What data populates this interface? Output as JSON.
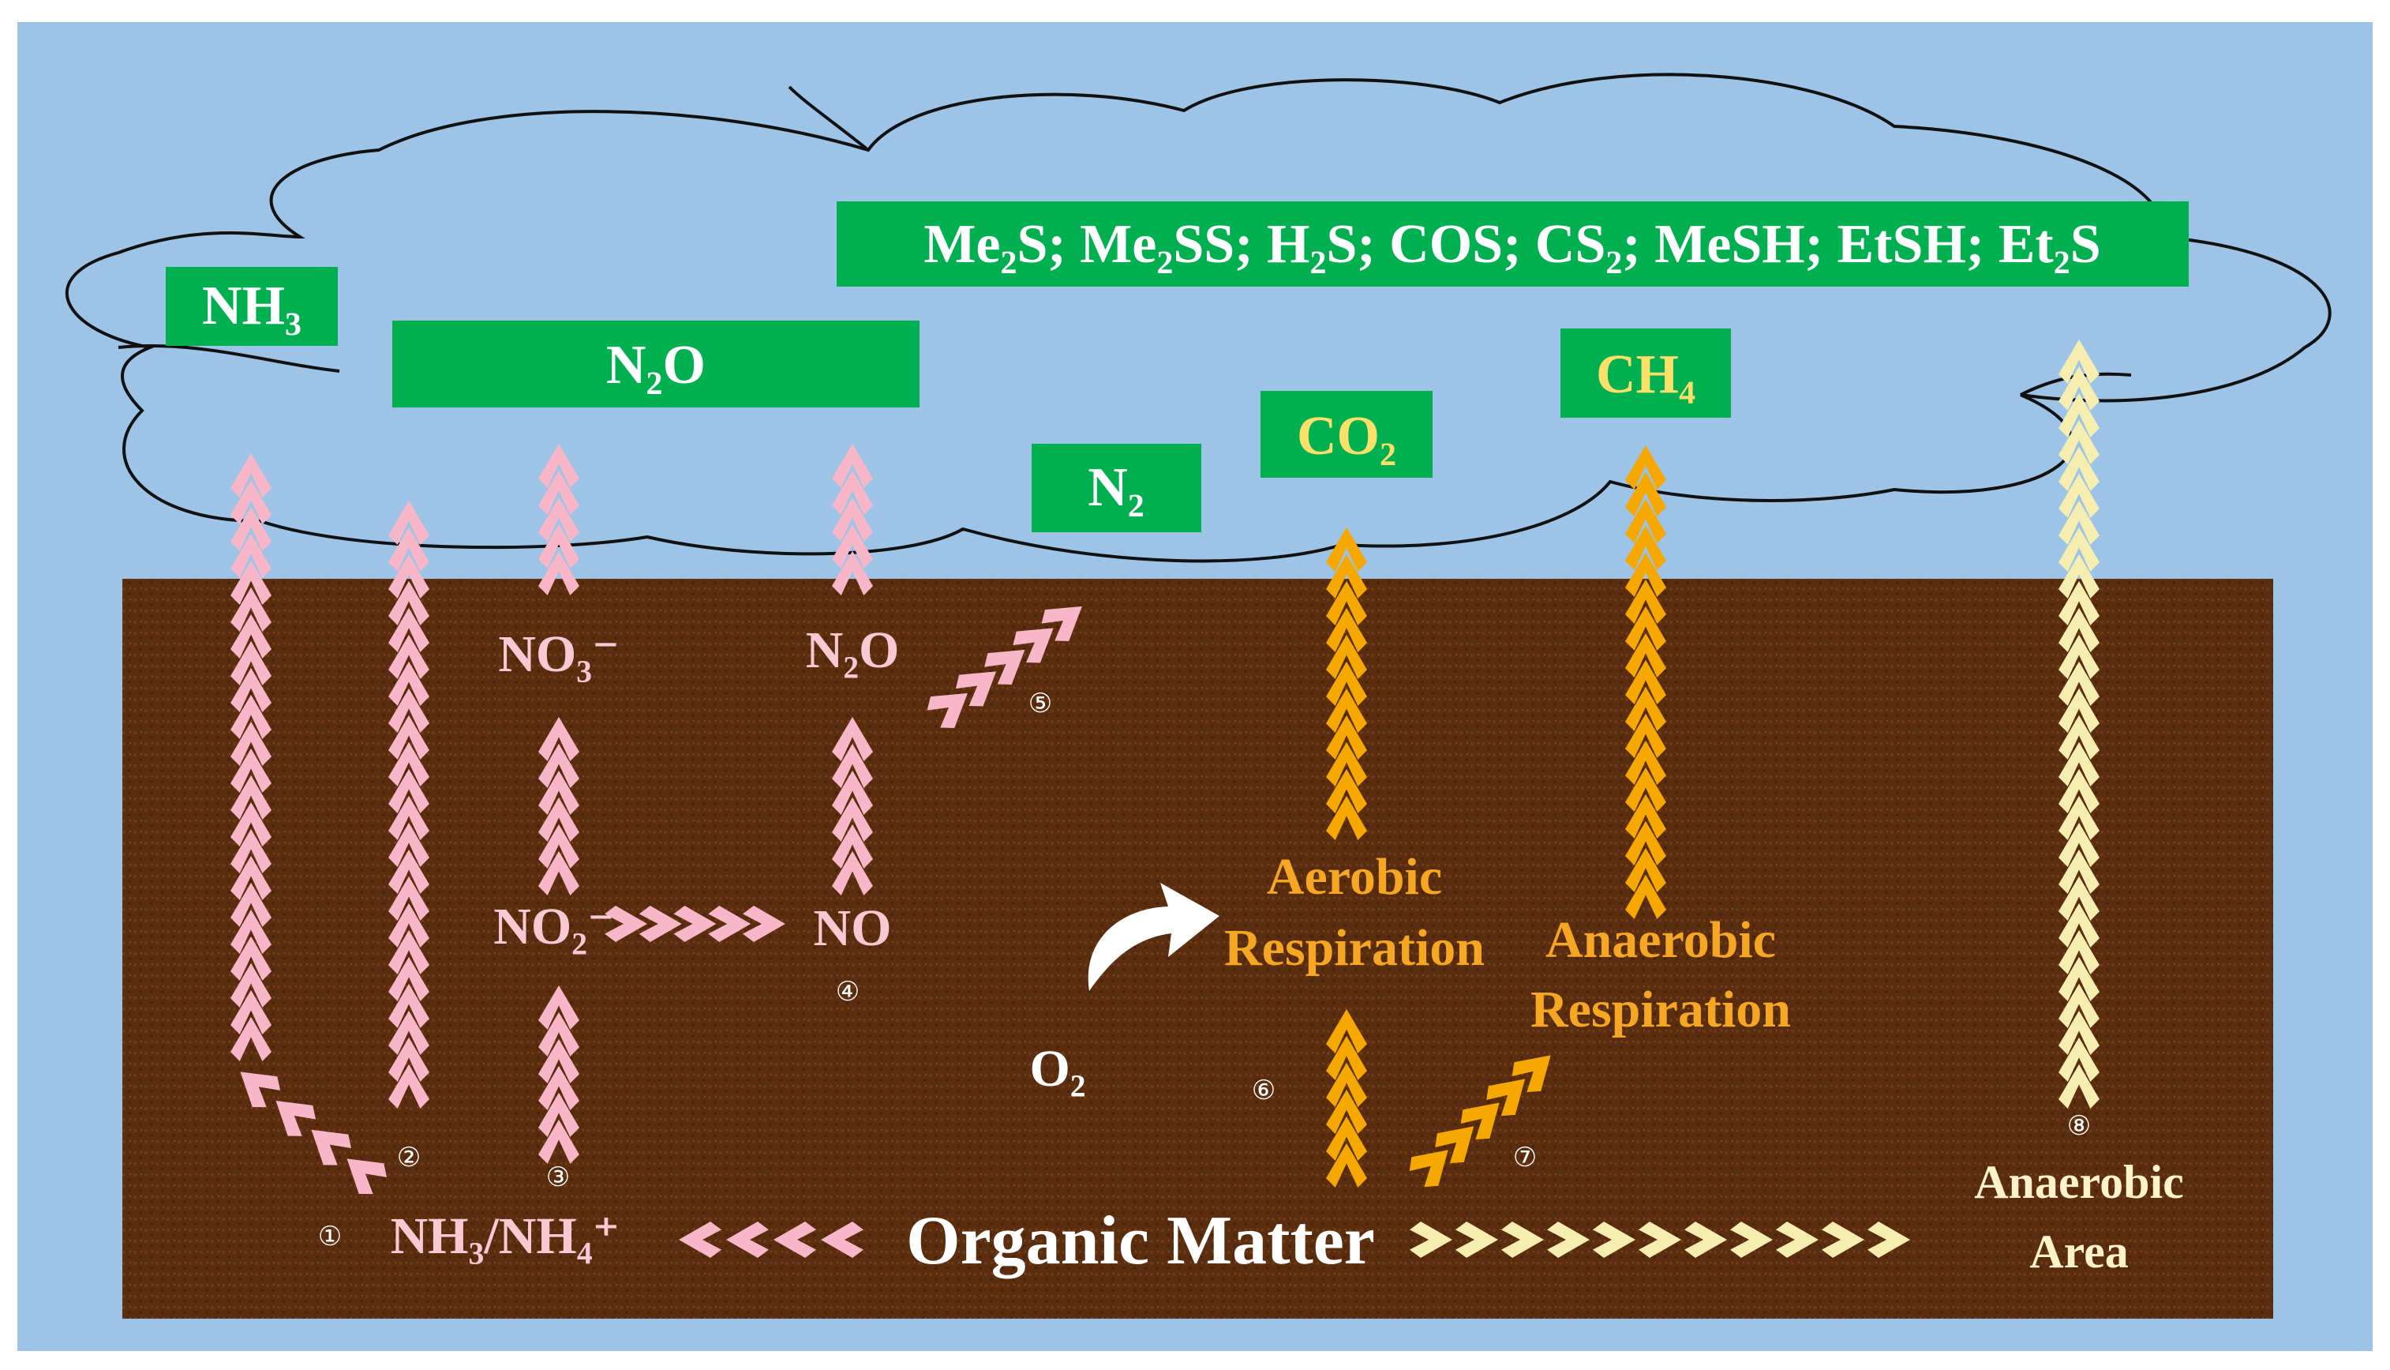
{
  "colors": {
    "sky": "#9dc3e6",
    "soil": "#5c2e10",
    "box_green": "#00b050",
    "pink_arrow": "#f7b7c8",
    "orange_arrow": "#f5a800",
    "cream_arrow": "#f6eeb0"
  },
  "atmosphere": {
    "nh3": "NH₃",
    "n2o": "N₂O",
    "n2": "N₂",
    "co2": "CO₂",
    "ch4": "CH₄",
    "sulfur": "Me₂S; Me₂SS; H₂S; COS; CS₂; MeSH; EtSH; Et₂S"
  },
  "soil": {
    "no3": "NO₃⁻",
    "no2": "NO₂⁻",
    "n2o": "N₂O",
    "no": "NO",
    "o2": "O₂",
    "nh3_nh4": "NH₃/NH₄⁺",
    "organic_matter": "Organic Matter",
    "aerobic": "Aerobic",
    "respiration_aerobic": "Respiration",
    "anaerobic": "Anaerobic",
    "respiration_anaerobic": "Respiration",
    "anaerobic_area_1": "Anaerobic",
    "anaerobic_area_2": "Area"
  },
  "markers": {
    "m1": "①",
    "m2": "②",
    "m3": "③",
    "m4": "④",
    "m5": "⑤",
    "m6": "⑥",
    "m7": "⑦",
    "m8": "⑧"
  }
}
